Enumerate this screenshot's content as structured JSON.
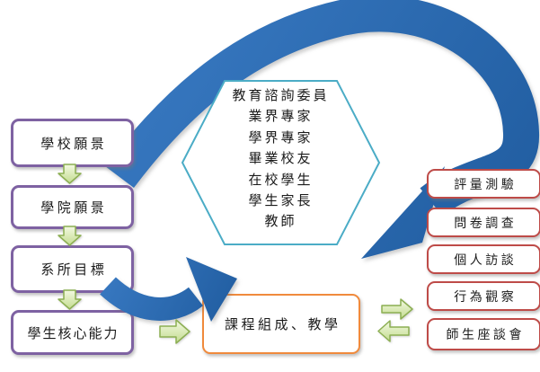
{
  "flow_column": {
    "items": [
      "學校願景",
      "學院願景",
      "系所目標",
      "學生核心能力"
    ]
  },
  "advisory_hexagon": {
    "lines": [
      "教育諮詢委員",
      "業界專家",
      "學界專家",
      "畢業校友",
      "在校學生",
      "學生家長",
      "教師"
    ]
  },
  "process_box": {
    "label": "課程組成、教學"
  },
  "assessment_column": {
    "items": [
      "評量測驗",
      "問卷調查",
      "個人訪談",
      "行為觀察",
      "師生座談會"
    ]
  },
  "icons": {
    "cycle_ribbon_arrow": "large blue elliptical ribbon arrow circling the hexagon, head pointing down-left",
    "swoosh_arrow": "blue curved swoosh arrow pointing up-right into process box",
    "down_arrow": "green block arrow pointing down",
    "right_arrow": "green block arrow pointing right",
    "left_arrow": "green block arrow pointing left"
  },
  "colors": {
    "flow_box_border": "#7E62A2",
    "assessment_box_border": "#BE4B48",
    "process_box_border": "#F08A3C",
    "hexagon_border": "#4BACC6",
    "ribbon_blue": "#2B6CB5",
    "green_arrow_fill": "#D9E8AE",
    "green_arrow_border": "#8CAF52",
    "text": "#1A1A1A",
    "background": "#FFFFFF"
  }
}
